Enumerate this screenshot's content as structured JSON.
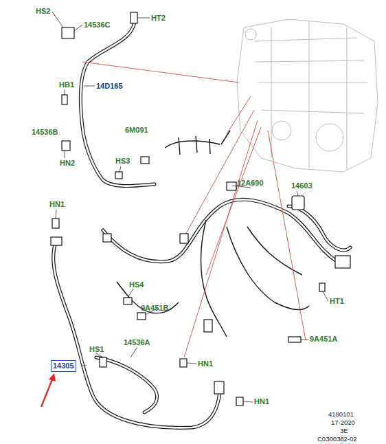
{
  "diagram": {
    "nodes": [
      {
        "text": [
          "14305"
        ]
      }
    ],
    "labels": [
      "HS2",
      "14536C",
      "HT2",
      "HB1",
      "14D165",
      "14536B",
      "HN2",
      "6M091",
      "HS3",
      "12A690",
      "14603",
      "HN1",
      "HS4",
      "9A451B",
      "HT1",
      "9A451A",
      "HS1",
      "14536A",
      "HN1",
      "HN1",
      "4180101",
      "17-2020",
      "3E",
      "C0300382-02"
    ]
  }
}
